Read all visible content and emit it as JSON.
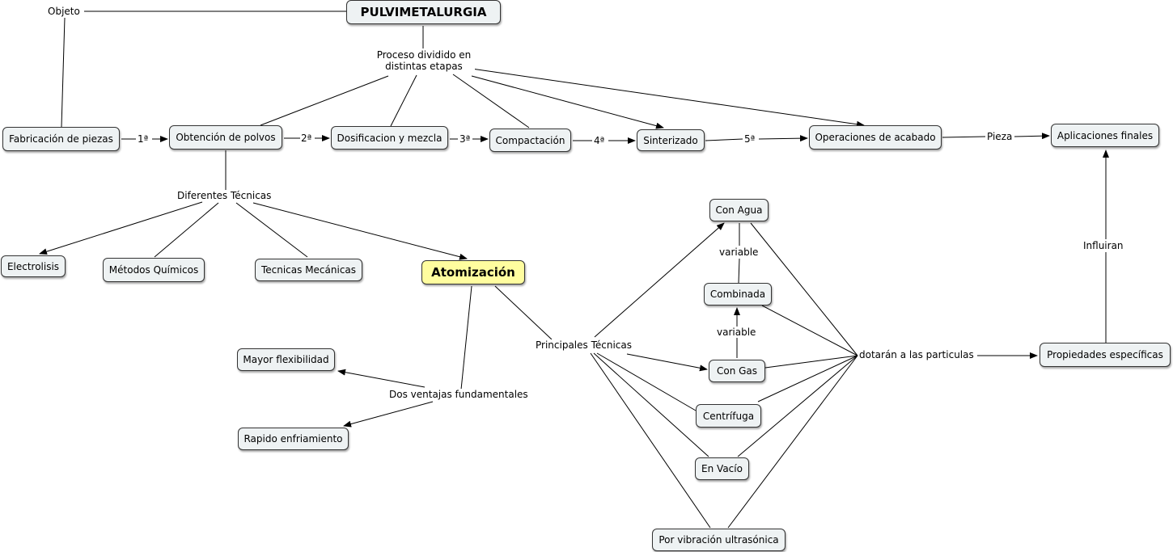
{
  "concepts": {
    "pulvimetalurgia": "PULVIMETALURGIA",
    "fabricacion": "Fabricación de piezas",
    "obtencion": "Obtención de polvos",
    "dosificacion": "Dosificacion y mezcla",
    "compactacion": "Compactación",
    "sinterizado": "Sinterizado",
    "operaciones": "Operaciones de acabado",
    "aplicaciones": "Aplicaciones finales",
    "electrolisis": "Electrolisis",
    "metodos_quimicos": "Métodos Químicos",
    "tecnicas_mecanicas": "Tecnicas Mecánicas",
    "atomizacion": "Atomización",
    "con_agua": "Con Agua",
    "combinada": "Combinada",
    "con_gas": "Con Gas",
    "centrifuga": "Centrífuga",
    "en_vacio": "En Vacío",
    "vibracion": "Por vibración ultrasónica",
    "propiedades": "Propiedades específicas",
    "mayor_flexibilidad": "Mayor flexibilidad",
    "rapido_enfriamiento": "Rapido enfriamiento"
  },
  "links": {
    "objeto": "Objeto",
    "proceso": "Proceso dividido en distintas etapas",
    "paso1": "1ª",
    "paso2": "2ª",
    "paso3": "3ª",
    "paso4": "4ª",
    "paso5": "5ª",
    "pieza": "Pieza",
    "diferentes_tecnicas": "Diferentes Técnicas",
    "principales_tecnicas": "Principales Técnicas",
    "dos_ventajas": "Dos ventajas fundamentales",
    "variable_1": "variable",
    "variable_2": "variable",
    "dotaran": "dotarán a las particulas",
    "influiran": "Influiran"
  },
  "colors": {
    "node_fill": "#eef2f3",
    "highlight_fill": "#fffd9f",
    "line": "#000000"
  }
}
